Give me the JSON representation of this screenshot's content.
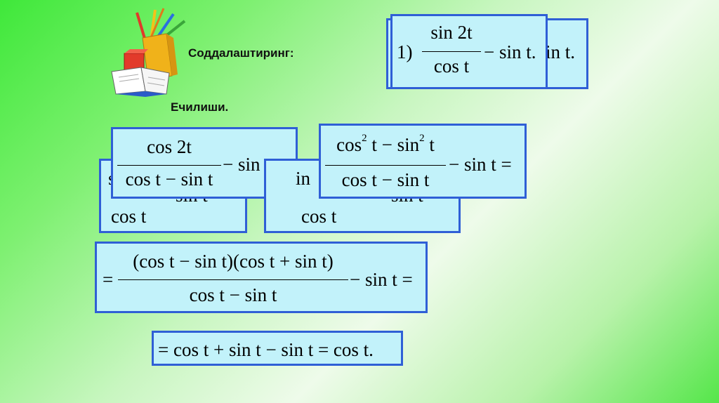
{
  "header": {
    "title": "Соддалаштиринг:",
    "solution": "Ечилиши."
  },
  "problem": {
    "number": "1)",
    "num": "sin 2t",
    "den": "cos t",
    "tail": "− sin t.",
    "back_fragment": "in t."
  },
  "step_a_back": {
    "num_fragment": "s",
    "num_tail": "sin t",
    "den": "cos t"
  },
  "step_a": {
    "num": "cos 2t",
    "den": "cos t − sin t",
    "tail": "− sin t ="
  },
  "step_b_back": {
    "num_fragment": "in",
    "num_tail": "sin t",
    "den": "cos t"
  },
  "step_b": {
    "num_part1": "cos",
    "num_exp1": "2",
    "num_part2": "t − sin",
    "num_exp2": "2",
    "num_part3": "t",
    "den": "cos t − sin t",
    "tail": "− sin t ="
  },
  "step_c": {
    "lead": "=",
    "num": "(cos t − sin t)(cos t + sin t)",
    "den": "cos t − sin t",
    "tail": "− sin t ="
  },
  "result": {
    "text": "= cos t + sin t − sin t = cos t."
  }
}
